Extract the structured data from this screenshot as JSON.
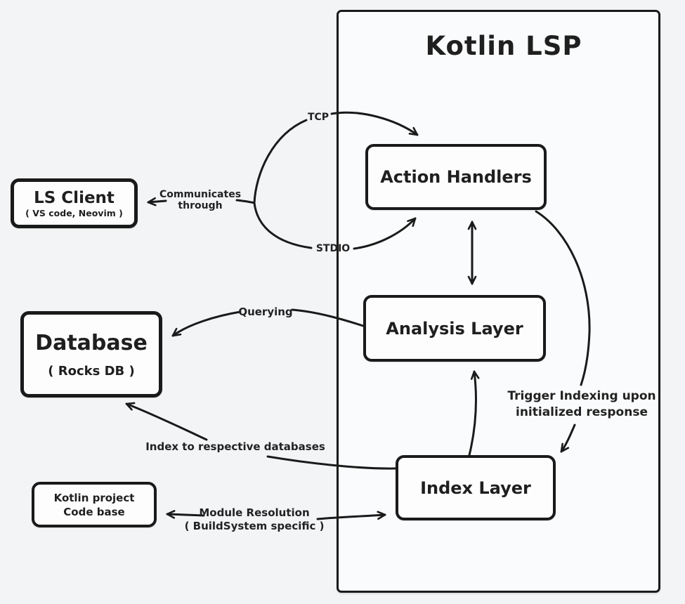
{
  "diagram": {
    "title": "Kotlin LSP",
    "colors": {
      "background": "#f3f4f6",
      "container_fill": "#fafbfc",
      "node_fill": "#fdfdfe",
      "stroke": "#1a1a1a"
    },
    "nodes": {
      "action_handlers": {
        "label": "Action Handlers"
      },
      "analysis_layer": {
        "label": "Analysis Layer"
      },
      "index_layer": {
        "label": "Index Layer"
      },
      "ls_client": {
        "label": "LS Client",
        "sublabel": "( VS code, Neovim )"
      },
      "database": {
        "label": "Database",
        "sublabel": "( Rocks DB )"
      },
      "kotlin_project": {
        "line1": "Kotlin project",
        "line2": "Code base"
      }
    },
    "edges": {
      "communicates": {
        "line1": "Communicates",
        "line2": "through",
        "from": "Kotlin LSP",
        "to": "LS Client"
      },
      "tcp": {
        "label": "TCP",
        "from": "LS Client",
        "to": "Action Handlers"
      },
      "stdio": {
        "label": "STDIO",
        "from": "LS Client",
        "to": "Action Handlers"
      },
      "action_analysis": {
        "from": "Action Handlers",
        "to": "Analysis Layer",
        "bidirectional": true
      },
      "querying": {
        "label": "Querying",
        "from": "Analysis Layer",
        "to": "Database"
      },
      "trigger_indexing": {
        "line1": "Trigger Indexing upon",
        "line2": "initialized response",
        "from": "Action Handlers",
        "to": "Index Layer"
      },
      "index_to_analysis": {
        "from": "Index Layer",
        "to": "Analysis Layer"
      },
      "index_to_db": {
        "label": "Index to respective databases",
        "from": "Index Layer",
        "to": "Database"
      },
      "module_resolution": {
        "line1": "Module Resolution",
        "line2": "( BuildSystem specific )",
        "from": "Index Layer",
        "to": "Kotlin project Code base",
        "bidirectional": true
      }
    }
  }
}
